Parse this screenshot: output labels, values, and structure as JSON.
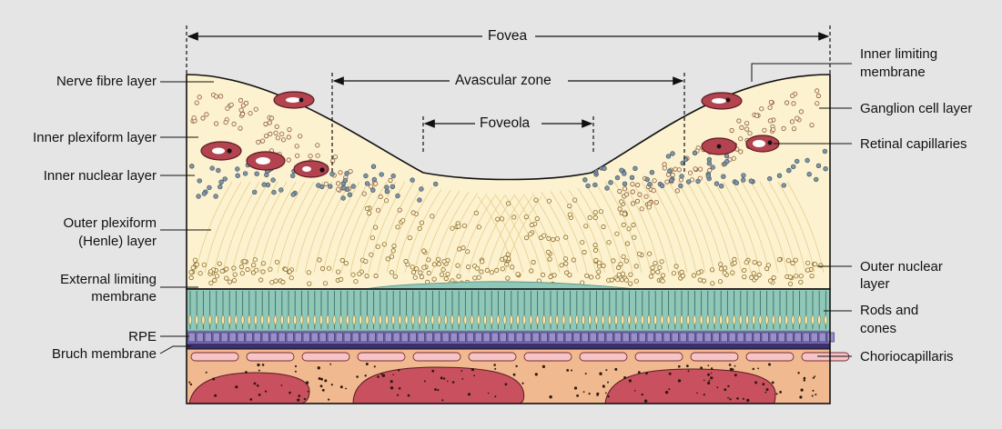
{
  "dimensions": {
    "fovea": "Fovea",
    "avascular_zone": "Avascular zone",
    "foveola": "Foveola"
  },
  "labels_left": {
    "nerve_fibre_layer": "Nerve fibre layer",
    "inner_plexiform_layer": "Inner plexiform layer",
    "inner_nuclear_layer": "Inner nuclear layer",
    "outer_plexiform_line1": "Outer plexiform",
    "outer_plexiform_line2": "(Henle) layer",
    "external_limiting_line1": "External limiting",
    "external_limiting_line2": "membrane",
    "rpe": "RPE",
    "bruch_membrane": "Bruch membrane"
  },
  "labels_right": {
    "inner_limiting_line1": "Inner limiting",
    "inner_limiting_line2": "membrane",
    "ganglion_cell_layer": "Ganglion cell layer",
    "retinal_capillaries": "Retinal capillaries",
    "outer_nuclear_line1": "Outer nuclear",
    "outer_nuclear_line2": "layer",
    "rods_cones_line1": "Rods and",
    "rods_cones_line2": "cones",
    "choriocapillaris": "Choriocapillaris"
  },
  "colors": {
    "background": "#e5e5e5",
    "retina": "#fdf2cf",
    "photoreceptors": "#8fc7b9",
    "rpe": "#7d72b0",
    "bruch": "#3b2f6e",
    "choroid": "#f0b98f",
    "vessel": "#c9515f",
    "nuclei_blue": "#7f95a6"
  }
}
